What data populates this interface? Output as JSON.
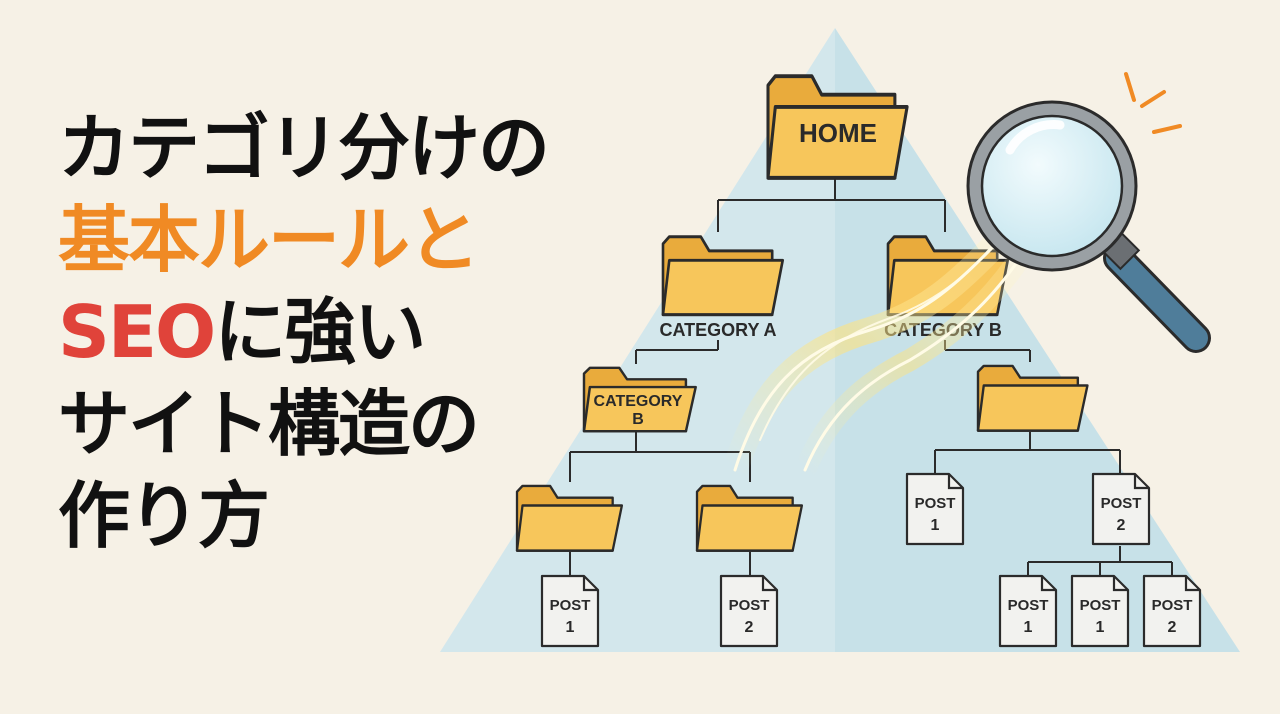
{
  "title": {
    "line1": "カテゴリ分けの",
    "line2": "基本ルールと",
    "line3_accent": "SEO",
    "line3_rest": "に強い",
    "line4": "サイト構造の",
    "line5": "作り方"
  },
  "tree": {
    "home": "HOME",
    "category_a": "CATEGORY A",
    "category_b_right": "CATEGORY B",
    "category_b_left_line1": "CATEGORY",
    "category_b_left_line2": "B",
    "post_word": "POST",
    "posts": [
      "1",
      "2",
      "1",
      "2",
      "1",
      "1",
      "2"
    ]
  },
  "colors": {
    "accent_orange": "#f08a24",
    "accent_red": "#e0433a",
    "folder": "#f7c65b",
    "pyramid": "#cfe6ec",
    "magnifier_handle": "#4f7d9a"
  }
}
